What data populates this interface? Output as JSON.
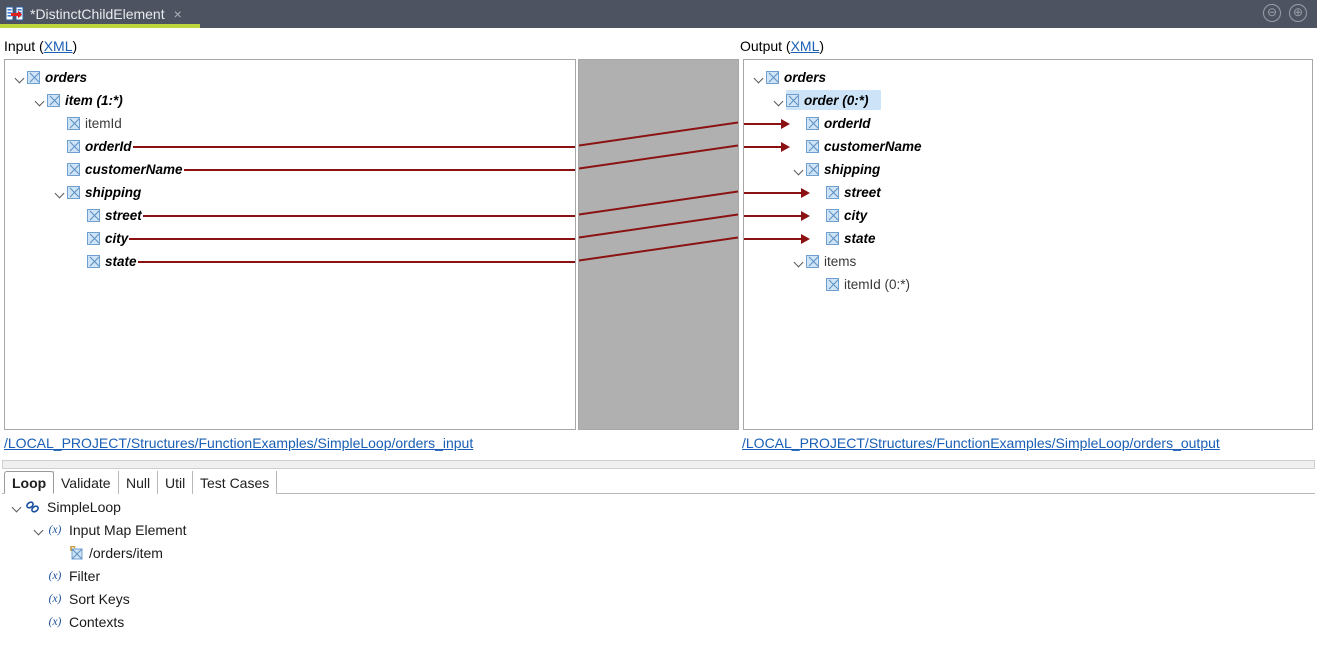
{
  "titlebar": {
    "tab_label": "*DistinctChildElement",
    "close_label": "×",
    "icon_name": "mapping-editor-icon",
    "minimize_label": "⊖",
    "maximize_label": "⊕",
    "accent_color": "#bdd63c",
    "background_color": "#4d5360"
  },
  "headers": {
    "input_prefix": "Input (",
    "input_link": "XML",
    "input_suffix": ")",
    "output_prefix": "Output (",
    "output_link": "XML",
    "output_suffix": ")"
  },
  "input_tree": {
    "nodes": [
      {
        "label": "orders",
        "indent": 0,
        "twisty": "down",
        "style": "mapped",
        "mapped": false
      },
      {
        "label": "item (1:*)",
        "indent": 1,
        "twisty": "down",
        "style": "mapped",
        "mapped": false
      },
      {
        "label": "itemId",
        "indent": 2,
        "twisty": "none",
        "style": "plain",
        "mapped": false
      },
      {
        "label": "orderId",
        "indent": 2,
        "twisty": "none",
        "style": "mapped",
        "mapped": true
      },
      {
        "label": "customerName",
        "indent": 2,
        "twisty": "none",
        "style": "mapped",
        "mapped": true
      },
      {
        "label": "shipping",
        "indent": 2,
        "twisty": "down",
        "style": "mapped",
        "mapped": false
      },
      {
        "label": "street",
        "indent": 3,
        "twisty": "none",
        "style": "mapped",
        "mapped": true
      },
      {
        "label": "city",
        "indent": 3,
        "twisty": "none",
        "style": "mapped",
        "mapped": true
      },
      {
        "label": "state",
        "indent": 3,
        "twisty": "none",
        "style": "mapped",
        "mapped": true
      }
    ]
  },
  "output_tree": {
    "nodes": [
      {
        "label": "orders",
        "indent": 0,
        "twisty": "down",
        "style": "mapped",
        "arrow": false,
        "selected": false
      },
      {
        "label": "order (0:*)",
        "indent": 1,
        "twisty": "down",
        "style": "mapped",
        "arrow": false,
        "selected": true
      },
      {
        "label": "orderId",
        "indent": 2,
        "twisty": "none",
        "style": "mapped",
        "arrow": true,
        "selected": false
      },
      {
        "label": "customerName",
        "indent": 2,
        "twisty": "none",
        "style": "mapped",
        "arrow": true,
        "selected": false
      },
      {
        "label": "shipping",
        "indent": 2,
        "twisty": "down",
        "style": "mapped",
        "arrow": false,
        "selected": false
      },
      {
        "label": "street",
        "indent": 3,
        "twisty": "none",
        "style": "mapped",
        "arrow": true,
        "selected": false
      },
      {
        "label": "city",
        "indent": 3,
        "twisty": "none",
        "style": "mapped",
        "arrow": true,
        "selected": false
      },
      {
        "label": "state",
        "indent": 3,
        "twisty": "none",
        "style": "mapped",
        "arrow": true,
        "selected": false
      },
      {
        "label": "items",
        "indent": 2,
        "twisty": "down",
        "style": "plain",
        "arrow": false,
        "selected": false
      },
      {
        "label": "itemId (0:*)",
        "indent": 3,
        "twisty": "none",
        "style": "plain",
        "arrow": false,
        "selected": false
      }
    ]
  },
  "mapping_lines": {
    "color": "#8b1212",
    "links": [
      {
        "from": "orderId",
        "to": "orderId"
      },
      {
        "from": "customerName",
        "to": "customerName"
      },
      {
        "from": "street",
        "to": "street"
      },
      {
        "from": "city",
        "to": "city"
      },
      {
        "from": "state",
        "to": "state"
      }
    ]
  },
  "paths": {
    "input": "/LOCAL_PROJECT/Structures/FunctionExamples/SimpleLoop/orders_input",
    "output": "/LOCAL_PROJECT/Structures/FunctionExamples/SimpleLoop/orders_output"
  },
  "bottom_tabs": {
    "items": [
      {
        "label": "Loop",
        "active": true
      },
      {
        "label": "Validate",
        "active": false
      },
      {
        "label": "Null",
        "active": false
      },
      {
        "label": "Util",
        "active": false
      },
      {
        "label": "Test Cases",
        "active": false
      }
    ]
  },
  "bottom_tree": {
    "nodes": [
      {
        "label": "SimpleLoop",
        "indent": 0,
        "twisty": "down",
        "icon": "loop-icon"
      },
      {
        "label": "Input Map Element",
        "indent": 1,
        "twisty": "down",
        "icon": "function-icon",
        "icon_glyph": "(x)"
      },
      {
        "label": "/orders/item",
        "indent": 2,
        "twisty": "none",
        "icon": "element-ref-icon"
      },
      {
        "label": "Filter",
        "indent": 1,
        "twisty": "none",
        "icon": "function-icon",
        "icon_glyph": "(x)"
      },
      {
        "label": "Sort Keys",
        "indent": 1,
        "twisty": "none",
        "icon": "function-icon",
        "icon_glyph": "(x)"
      },
      {
        "label": "Contexts",
        "indent": 1,
        "twisty": "none",
        "icon": "function-icon",
        "icon_glyph": "(x)"
      }
    ]
  }
}
